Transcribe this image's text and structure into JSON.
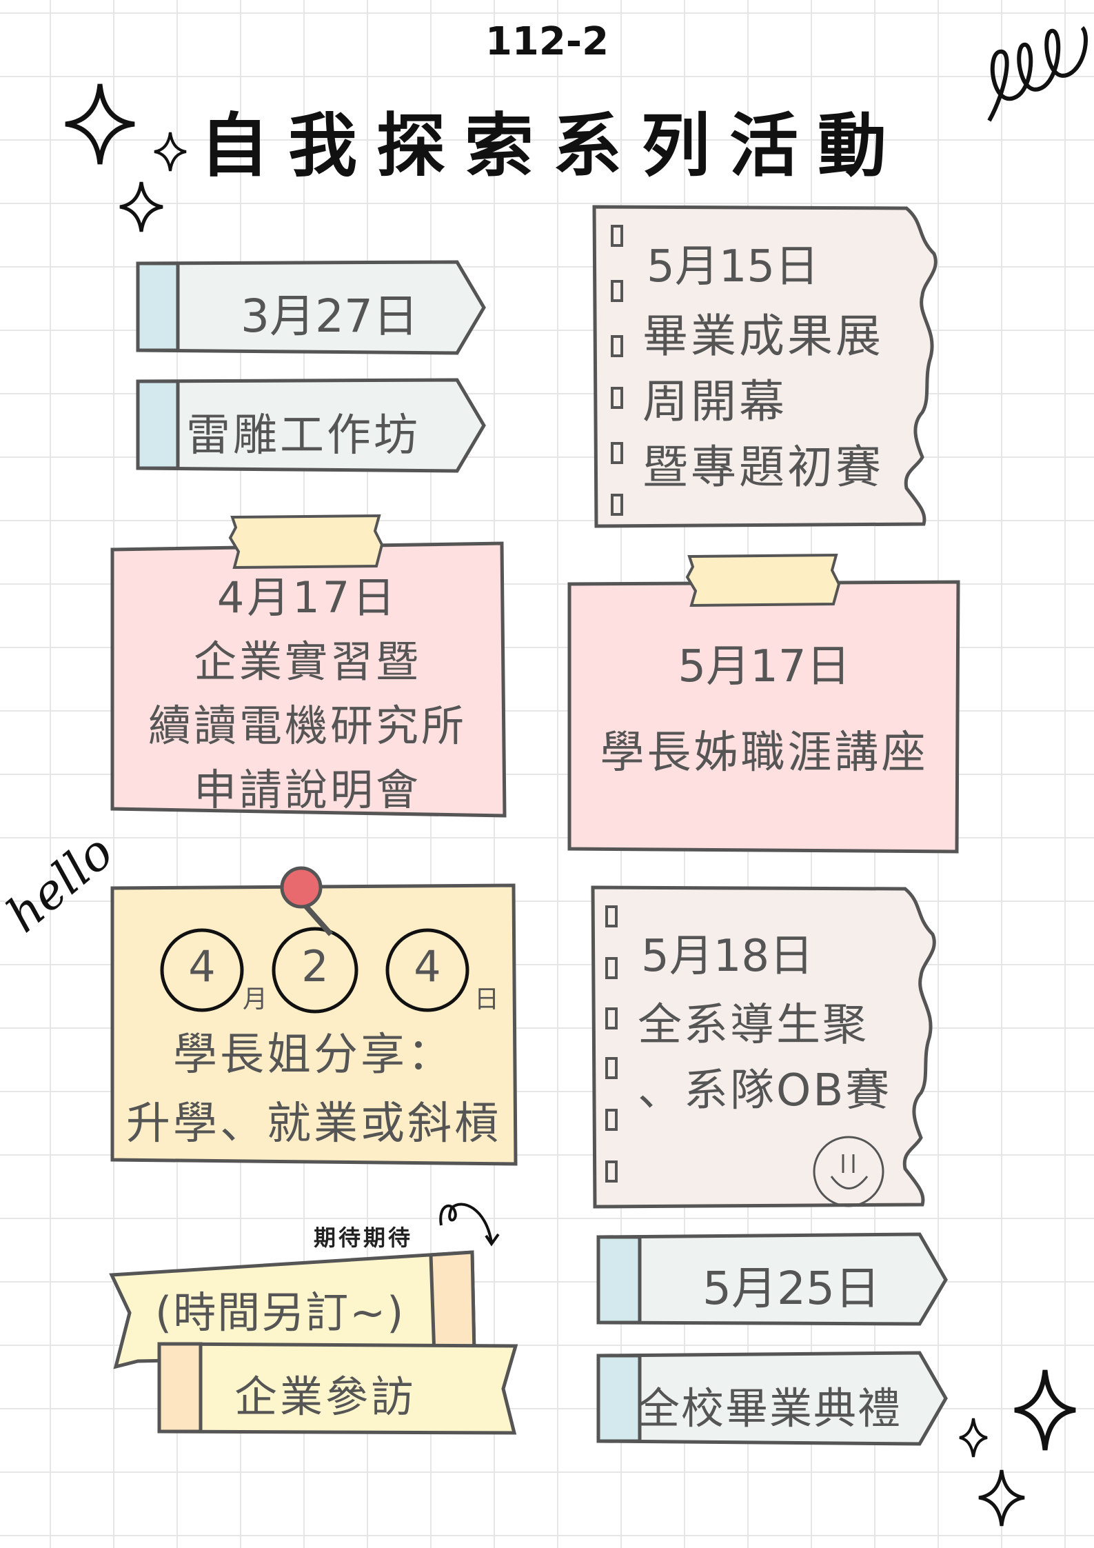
{
  "header": {
    "term": "112-2",
    "title": "自我探索系列活動"
  },
  "colors": {
    "blue_tab": "#d3e9ee",
    "gray_fill": "#eef2f1",
    "notebook_fill": "#f6eeeb",
    "pink": "#fde0df",
    "tape": "#fdefc3",
    "yellow": "#fdeec8",
    "ribbon": "#fdf5cc",
    "ribbon_end": "#fce5c0",
    "pin": "#e96a6e",
    "outline": "#555555"
  },
  "events": {
    "e1": {
      "date": "3月27日",
      "name": "雷雕工作坊"
    },
    "e2": {
      "date": "5月15日",
      "lines": [
        "畢業成果展",
        "周開幕",
        "暨專題初賽"
      ]
    },
    "e3": {
      "date": "4月17日",
      "lines": [
        "企業實習暨",
        "續讀電機研究所",
        "申請說明會"
      ]
    },
    "e4": {
      "date": "5月17日",
      "name": "學長姊職涯講座"
    },
    "e5": {
      "month": "4",
      "month_unit": "月",
      "day1": "2",
      "day2": "4",
      "day_unit": "日",
      "lines": [
        "學長姐分享：",
        "升學、就業或斜槓"
      ]
    },
    "e6": {
      "date": "5月18日",
      "lines": [
        "全系導生聚",
        "、系隊OB賽"
      ]
    },
    "e7": {
      "note": "期待期待",
      "time": "(時間另訂~)",
      "name": "企業參訪"
    },
    "e8": {
      "date": "5月25日",
      "name": "全校畢業典禮"
    }
  },
  "decor": {
    "hello_text": "hello"
  }
}
